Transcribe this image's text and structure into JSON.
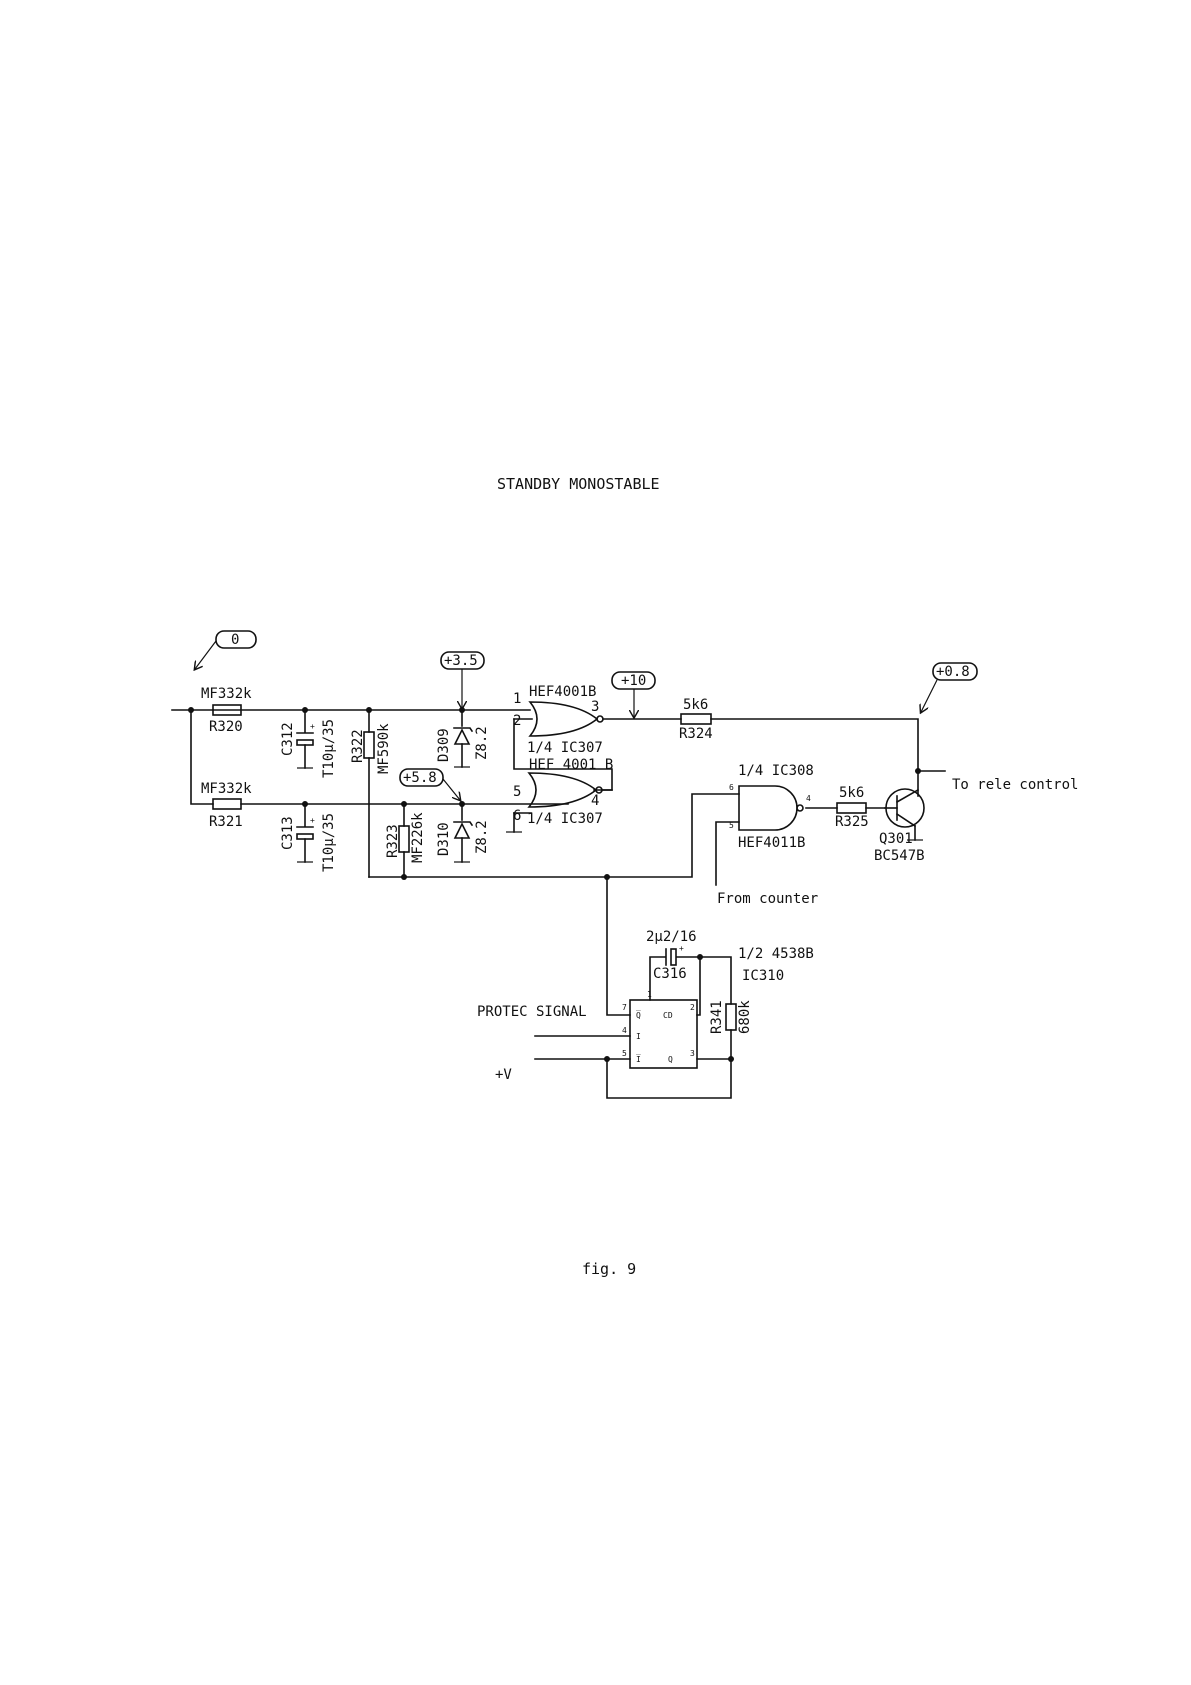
{
  "title": "STANDBY MONOSTABLE",
  "caption": "fig. 9",
  "test_points": {
    "tp_in": "0",
    "tp_d309": "+3.5",
    "tp_gate1_out": "+10",
    "tp_relay": "+0.8",
    "tp_d310": "+5.8"
  },
  "components": {
    "r320_value": "MF332k",
    "r320_ref": "R320",
    "r321_value": "MF332k",
    "r321_ref": "R321",
    "c312_ref": "C312",
    "c312_value": "T10µ/35",
    "c313_ref": "C313",
    "c313_value": "T10µ/35",
    "r322_ref": "R322",
    "r322_value": "MF590k",
    "r323_ref": "R323",
    "r323_value": "MF226k",
    "d309_ref": "D309",
    "d309_value": "Z8.2",
    "d310_ref": "D310",
    "d310_value": "Z8.2",
    "r324_value": "5k6",
    "r324_ref": "R324",
    "r325_value": "5k6",
    "r325_ref": "R325",
    "q301_ref": "Q301",
    "q301_value": "BC547B",
    "c316_value": "2µ2/16",
    "c316_ref": "C316",
    "r341_ref": "R341",
    "r341_value": "680k"
  },
  "gates": {
    "g1_type": "HEF4001B",
    "g1_unit": "1/4 IC307",
    "g1_pin1": "1",
    "g1_pin2": "2",
    "g1_pin3": "3",
    "g2_type": "HEF 4001 B",
    "g2_unit": "1/4 IC307",
    "g2_pin5": "5",
    "g2_pin6": "6",
    "g2_pin4": "4",
    "g3_unit": "1/4 IC308",
    "g3_type": "HEF4011B",
    "g3_pin6": "6",
    "g3_pin5": "5",
    "g3_pin4": "4"
  },
  "ic310": {
    "unit": "1/2 4538B",
    "ref": "IC310",
    "pin7": "7",
    "pin4": "4",
    "pin5": "5",
    "pin1": "1",
    "pin2": "2",
    "pin3": "3",
    "q_bar_top": "Q̅",
    "cd": "CD",
    "in_plus": "I",
    "in_minus": "I̅",
    "q_bot": "Q"
  },
  "signals": {
    "to_relay": "To rele control",
    "from_counter": "From counter",
    "protec": "PROTEC SIGNAL",
    "vplus": "+V"
  }
}
